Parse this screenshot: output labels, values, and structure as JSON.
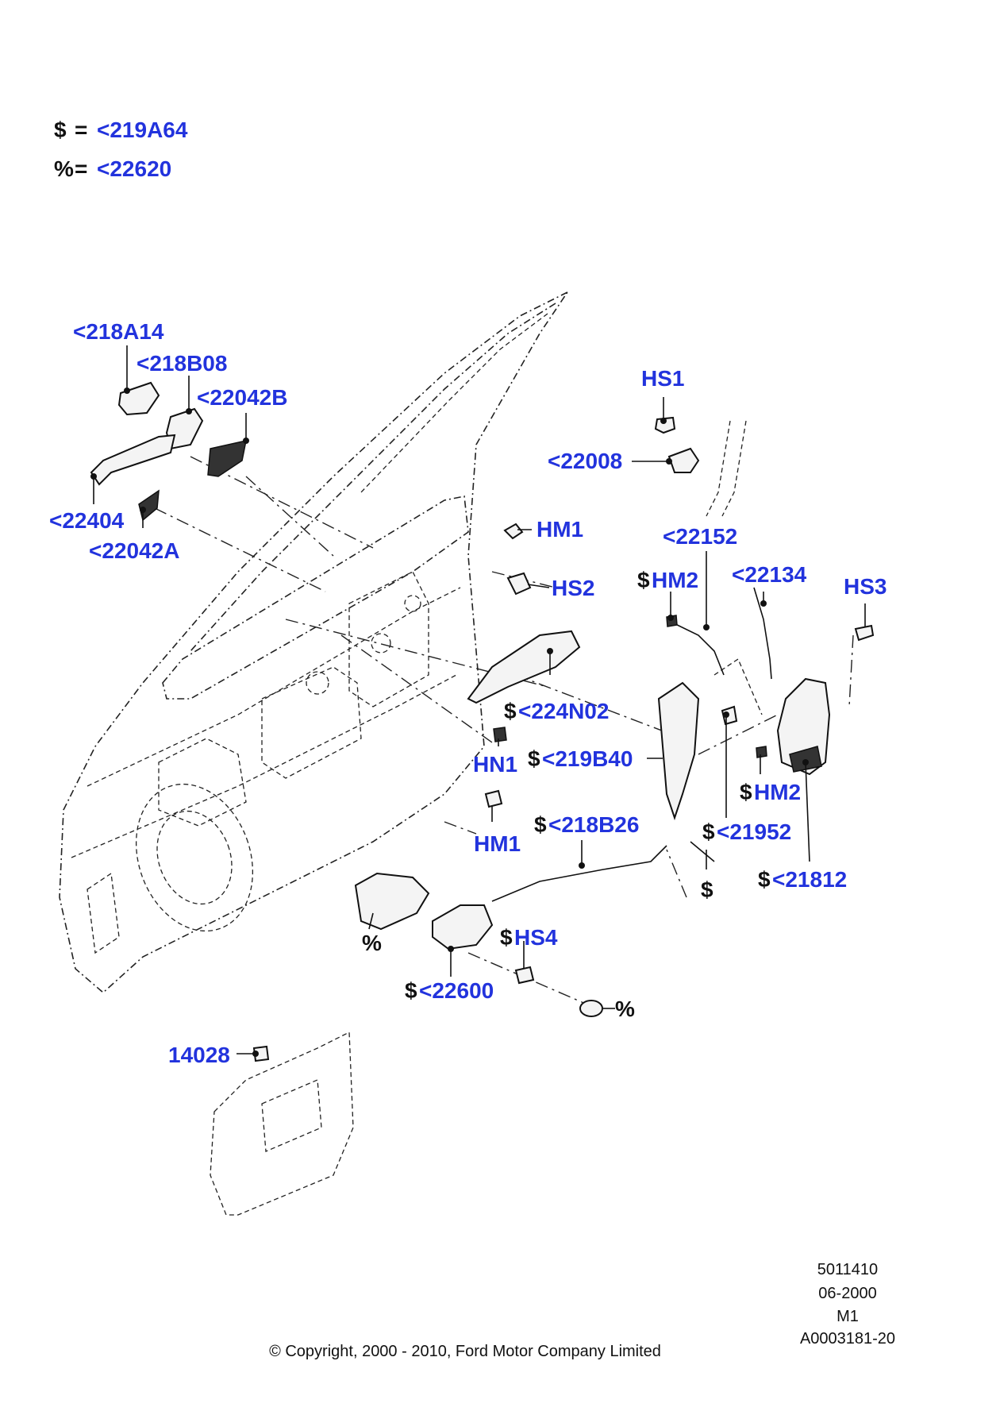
{
  "legend": [
    {
      "symbol": "$",
      "eq": "=",
      "part": "<219A64"
    },
    {
      "symbol": "%",
      "eq": "=",
      "part": "<22620"
    }
  ],
  "callouts": {
    "p218A14": "<218A14",
    "p218B08": "<218B08",
    "p22042B": "<22042B",
    "p22404": "<22404",
    "p22042A": "<22042A",
    "HS1": "HS1",
    "p22008": "<22008",
    "HM1a": "HM1",
    "HS2": "HS2",
    "p22152": "<22152",
    "HM2a": "HM2",
    "p22134": "<22134",
    "HS3": "HS3",
    "p224N02": "<224N02",
    "HN1": "HN1",
    "p219B40": "<219B40",
    "HM2b": "HM2",
    "p21952": "<21952",
    "HM1b": "HM1",
    "p218B26": "<218B26",
    "p21812": "<21812",
    "HS4": "HS4",
    "p22600": "<22600",
    "p14028": "14028"
  },
  "symbols": {
    "dollar": "$",
    "percent": "%"
  },
  "meta": {
    "line1": "5011410",
    "line2": "06-2000",
    "line3": "M1",
    "line4": "A0003181-20"
  },
  "copyright": "© Copyright, 2000 - 2010, Ford Motor Company Limited",
  "colors": {
    "part_label": "#2233dd",
    "text": "#111111"
  }
}
